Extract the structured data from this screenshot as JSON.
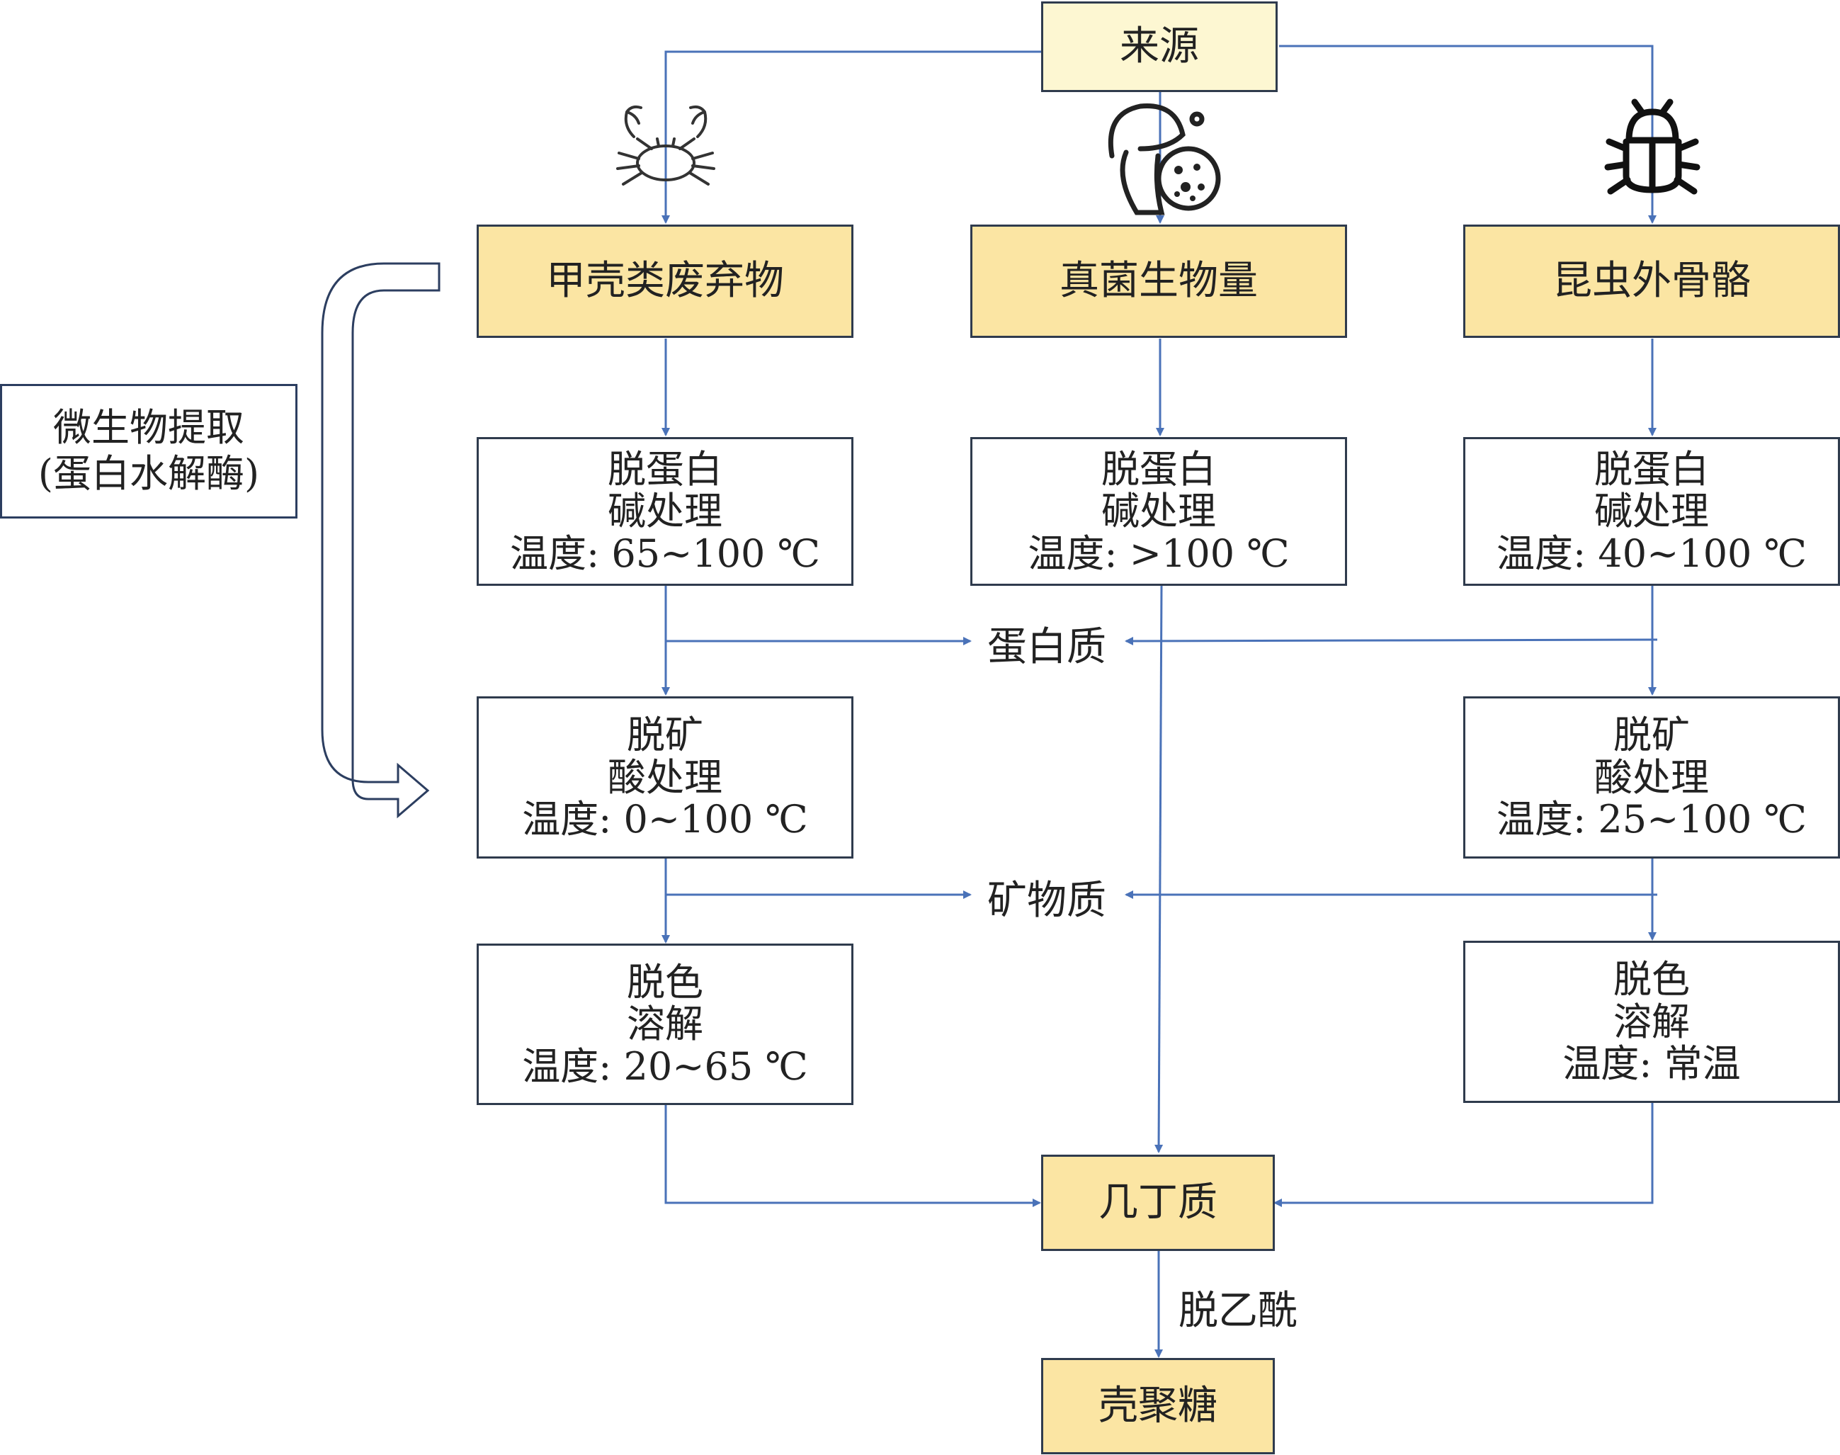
{
  "source": "来源",
  "materials": {
    "crustacean": "甲壳类废弃物",
    "fungal": "真菌生物量",
    "insect": "昆虫外骨骼"
  },
  "icons": [
    "crab-icon",
    "mushroom-microbe-icon",
    "beetle-icon"
  ],
  "side_box": {
    "line1": "微生物提取",
    "line2": "(蛋白水解酶)"
  },
  "steps": {
    "crustacean": {
      "deprotein": {
        "l1": "脱蛋白",
        "l2": "碱处理",
        "l3": "温度: 65~100 ℃"
      },
      "demineral": {
        "l1": "脱矿",
        "l2": "酸处理",
        "l3": "温度: 0~100 ℃"
      },
      "decolor": {
        "l1": "脱色",
        "l2": "溶解",
        "l3": "温度: 20~65 ℃"
      }
    },
    "fungal": {
      "deprotein": {
        "l1": "脱蛋白",
        "l2": "碱处理",
        "l3": "温度: >100 ℃"
      }
    },
    "insect": {
      "deprotein": {
        "l1": "脱蛋白",
        "l2": "碱处理",
        "l3": "温度: 40~100 ℃"
      },
      "demineral": {
        "l1": "脱矿",
        "l2": "酸处理",
        "l3": "温度: 25~100 ℃"
      },
      "decolor": {
        "l1": "脱色",
        "l2": "溶解",
        "l3": "温度: 常温"
      }
    }
  },
  "byproducts": {
    "protein": "蛋白质",
    "mineral": "矿物质"
  },
  "chitin": "几丁质",
  "deacetylation": "脱乙酰",
  "chitosan": "壳聚糖",
  "colors": {
    "arrow": "#4a72b8",
    "source_fill": "#fdf7d2",
    "material_fill": "#fbe5a3",
    "border": "#2f3b4d"
  }
}
